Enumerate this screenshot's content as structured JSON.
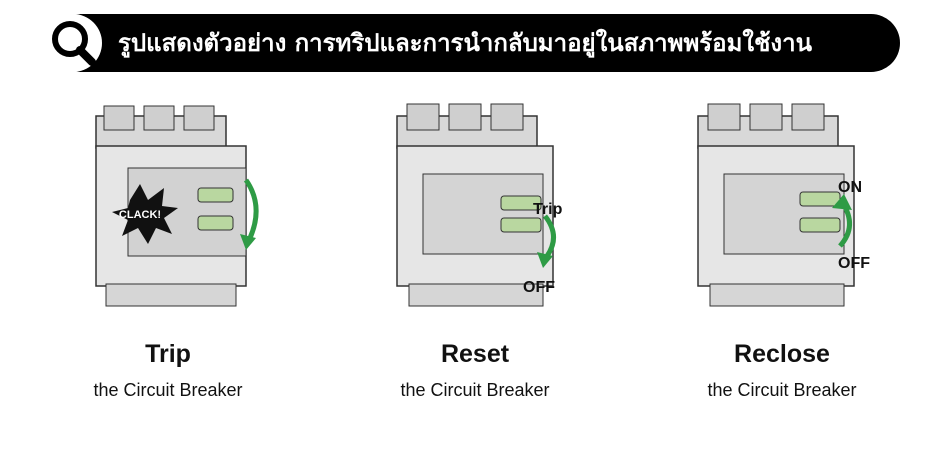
{
  "banner": {
    "title": "รูปแสดงตัวอย่าง การทริปและการนำกลับมาอยู่ในสภาพพร้อมใช้งาน",
    "icon": "search-icon"
  },
  "panels": [
    {
      "title": "Trip",
      "subtitle": "the Circuit Breaker",
      "burst_label": "CLACK!",
      "label_top": "",
      "label_bottom": ""
    },
    {
      "title": "Reset",
      "subtitle": "the Circuit Breaker",
      "label_top": "Trip",
      "label_bottom": "OFF"
    },
    {
      "title": "Reclose",
      "subtitle": "the Circuit Breaker",
      "label_top": "ON",
      "label_bottom": "OFF"
    }
  ],
  "colors": {
    "banner_bg": "#000000",
    "arrow_green": "#2e9b45",
    "handle_green": "#b9d7a0",
    "body_gray": "#e6e6e6"
  }
}
